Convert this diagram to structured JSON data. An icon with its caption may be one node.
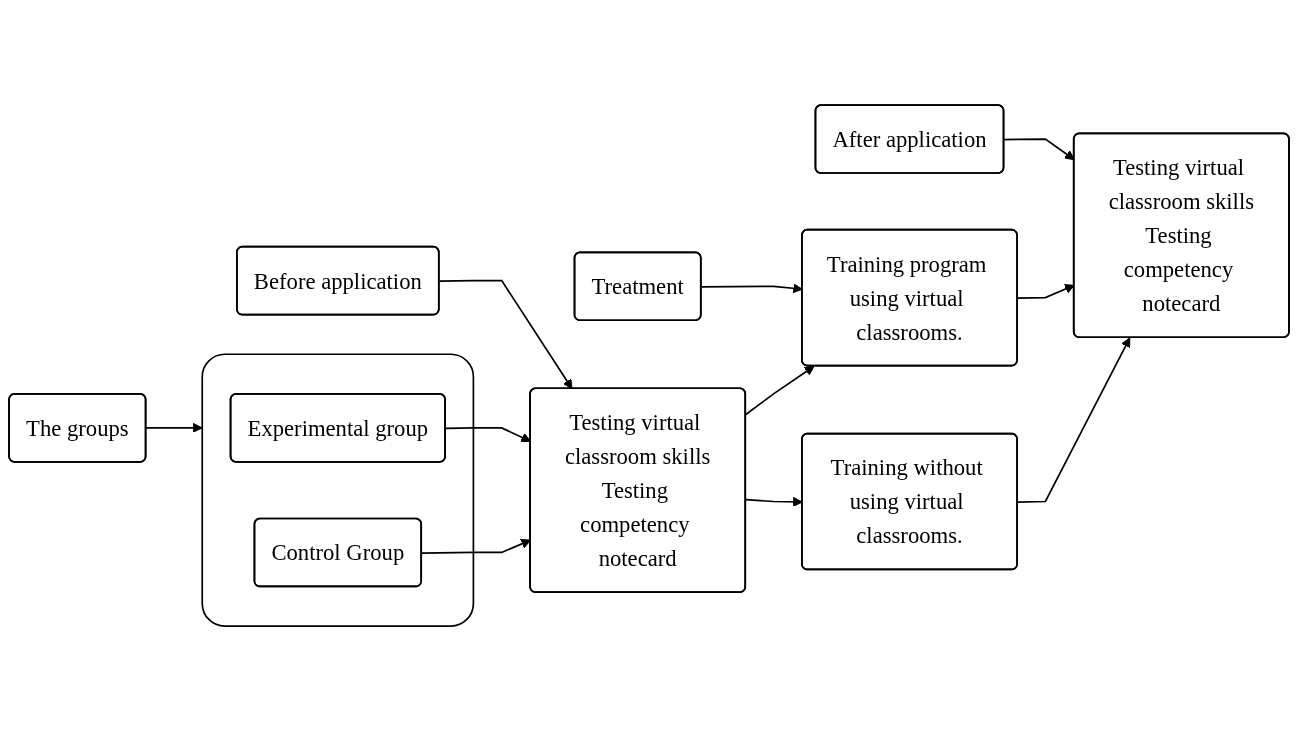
{
  "diagram": {
    "nodes": [
      {
        "text": [
          "The groups"
        ]
      },
      {
        "text": [
          "Before application"
        ]
      },
      {
        "text": [
          "Treatment"
        ]
      },
      {
        "text": [
          "After application"
        ]
      },
      {
        "text": [],
        "shape": "box"
      },
      {
        "text": [
          "Experimental group"
        ],
        "in": 4
      },
      {
        "text": [
          "Control Group"
        ],
        "in": 4
      },
      {
        "text": [
          "Testing virtual classroom skills",
          "Testing competency notecard"
        ]
      },
      {
        "text": [
          "Training program using virtual classrooms."
        ]
      },
      {
        "text": [
          "Training without using virtual classrooms."
        ]
      },
      {
        "text": [
          "Testing virtual classroom skills",
          "Testing competency notecard"
        ]
      }
    ],
    "edges": [
      {
        "from": 0,
        "to": 4,
        "arrow": "to"
      },
      {
        "from": 1,
        "to": 7,
        "arrow": "to"
      },
      {
        "from": 2,
        "to": 8,
        "arrow": "to"
      },
      {
        "from": 3,
        "to": 10,
        "arrow": "to"
      },
      {
        "from": 5,
        "to": 7,
        "arrow": "to"
      },
      {
        "from": 6,
        "to": 7,
        "arrow": "to"
      },
      {
        "from": 7,
        "to": 8,
        "arrow": "to"
      },
      {
        "from": 7,
        "to": 9,
        "arrow": "to"
      },
      {
        "from": 8,
        "to": 10,
        "arrow": "to"
      },
      {
        "from": 9,
        "to": 10,
        "arrow": "to"
      }
    ]
  }
}
